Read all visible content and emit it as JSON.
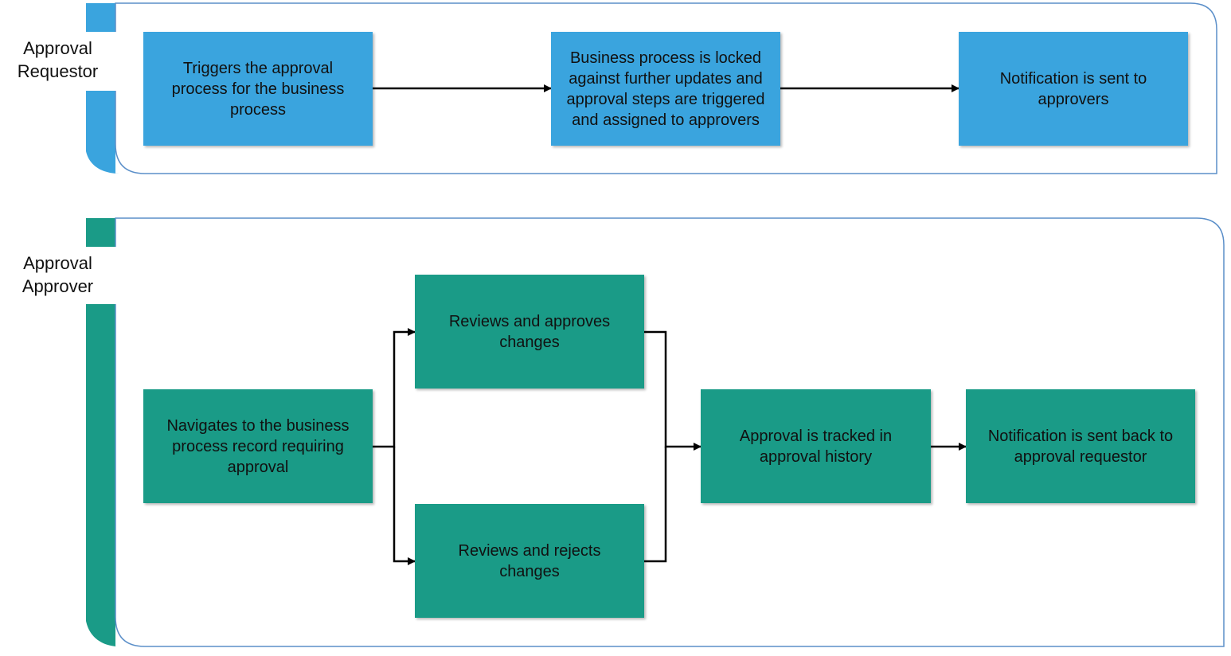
{
  "colors": {
    "lane1_accent": "#3aa4de",
    "lane2_accent": "#1a9b87",
    "lane_border": "#5b8fc9",
    "arrow": "#000000"
  },
  "lanes": [
    {
      "label_line1": "Approval",
      "label_line2": "Requestor",
      "steps": [
        "Triggers the approval process for the business process",
        "Business process is locked against further updates and approval steps are triggered and assigned to approvers",
        "Notification is sent to approvers"
      ]
    },
    {
      "label_line1": "Approval",
      "label_line2": "Approver",
      "steps": [
        "Navigates to the business process record requiring approval",
        "Reviews and approves changes",
        "Reviews and rejects changes",
        "Approval is tracked in approval history",
        "Notification is sent back to approval requestor"
      ]
    }
  ]
}
